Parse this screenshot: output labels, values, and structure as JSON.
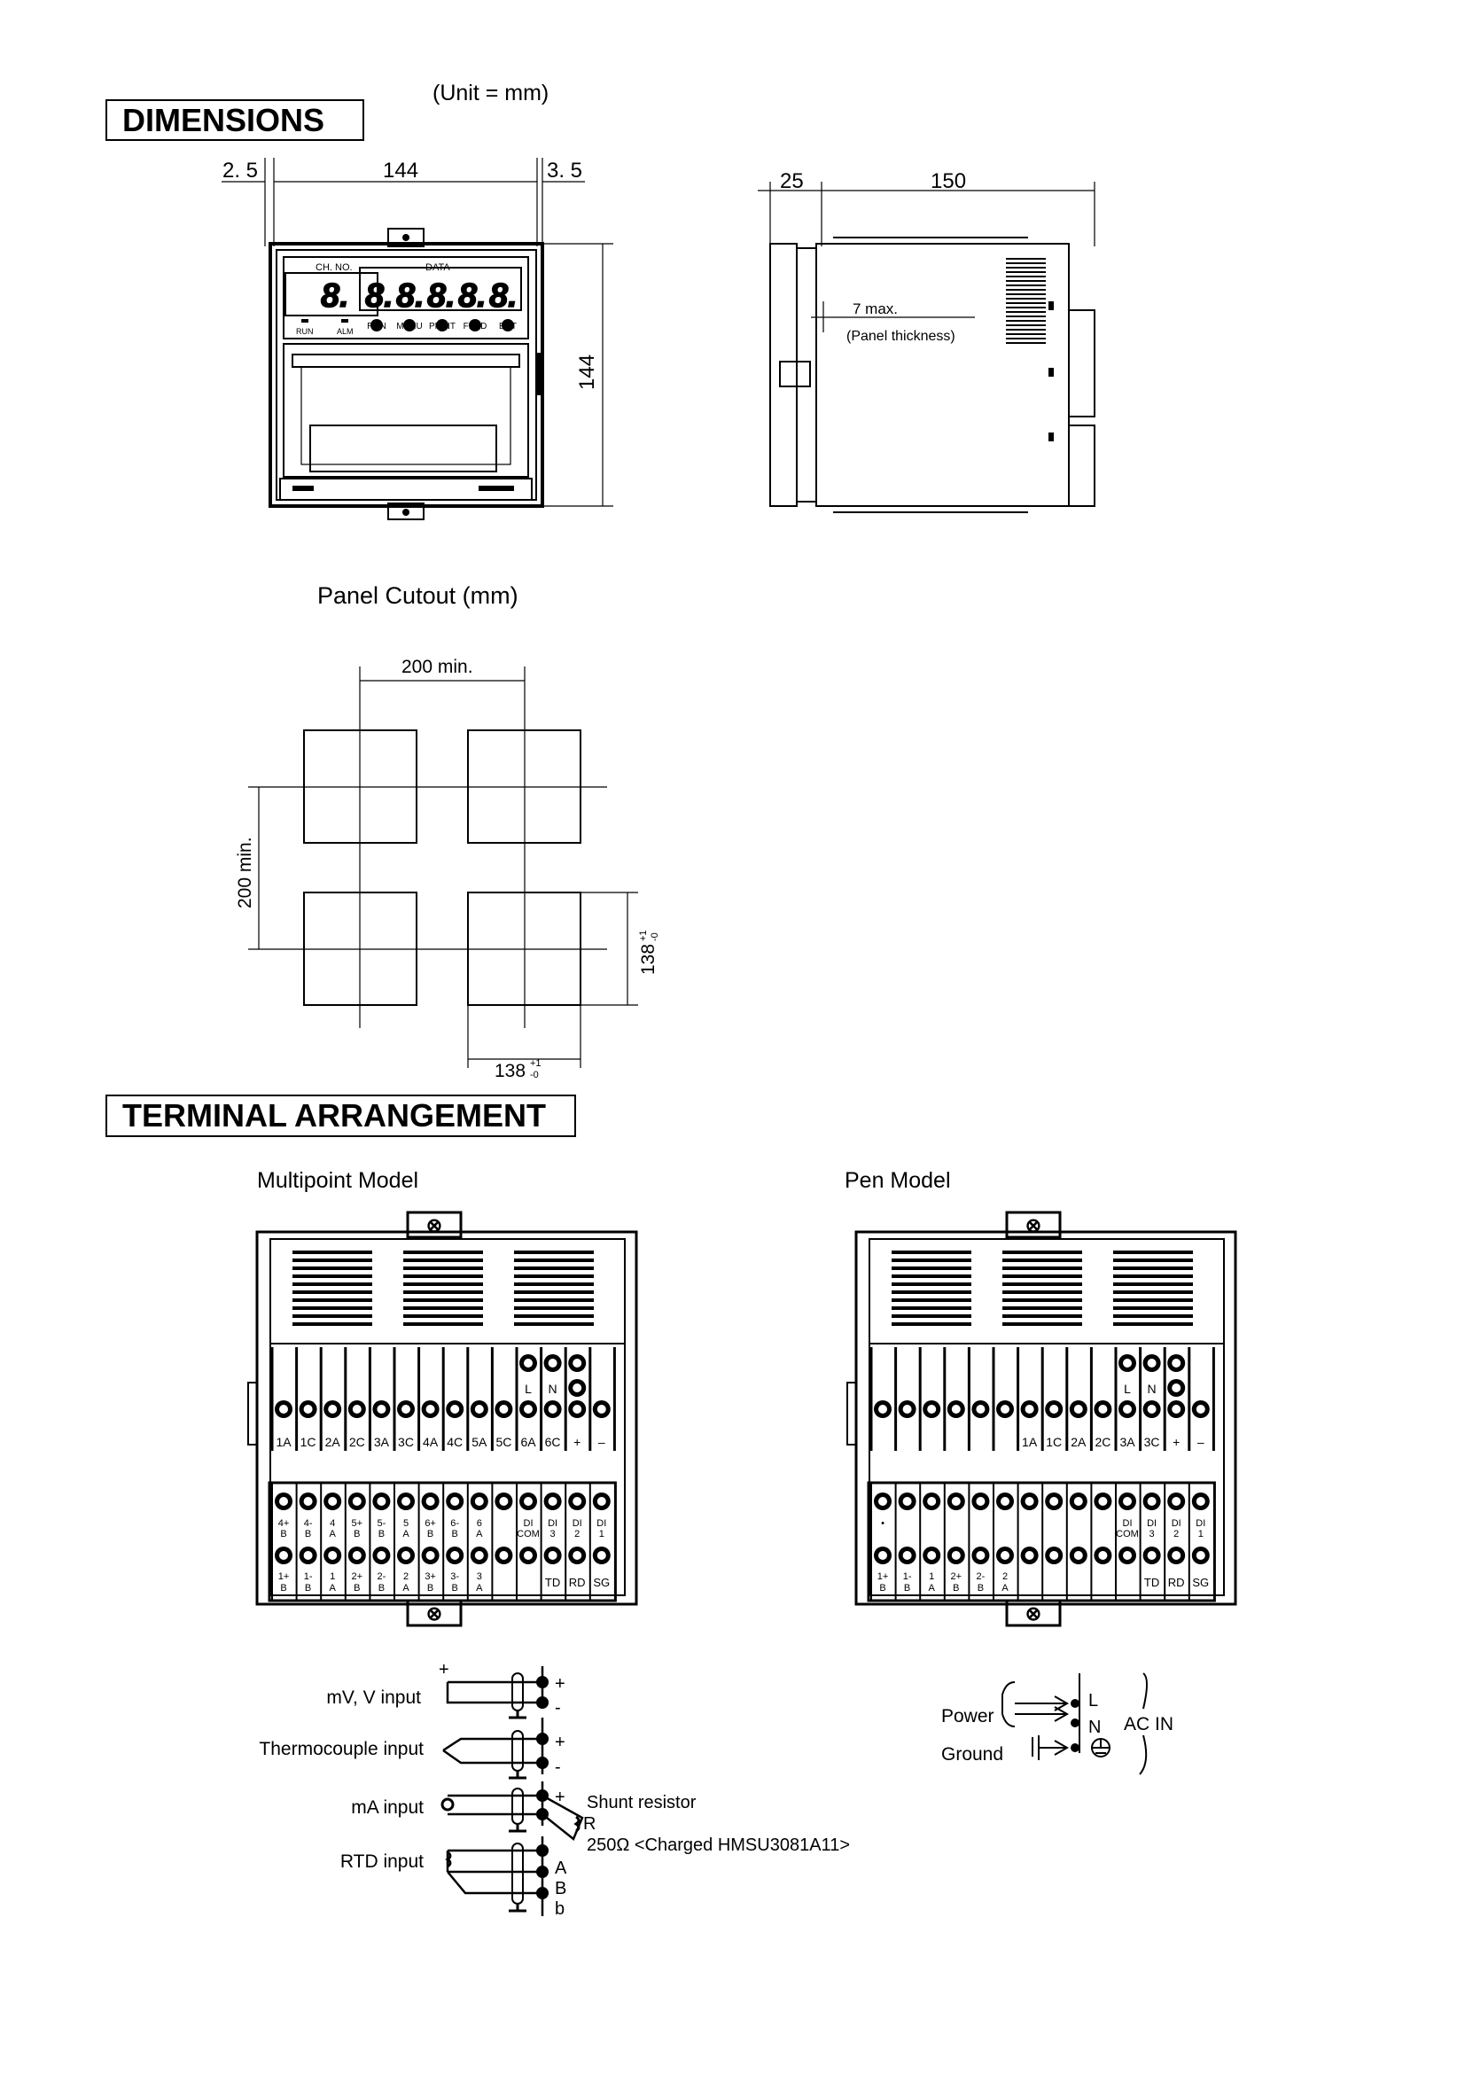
{
  "dimensions": {
    "title": "DIMENSIONS",
    "unit_note": "(Unit = mm)",
    "front_view": {
      "dim_left": "2. 5",
      "dim_width": "144",
      "dim_right": "3. 5",
      "dim_height": "144",
      "ch_no_label": "CH. NO.",
      "data_label": "DATA",
      "ch_digit": "8.",
      "data_digits": [
        "8.",
        "8.",
        "8.",
        "8.",
        "8."
      ],
      "led_labels": [
        "RUN",
        "ALM"
      ],
      "buttons": [
        "RUN",
        "MENU",
        "PRINT",
        "FEED",
        "ENT"
      ]
    },
    "side_view": {
      "dim_bezel": "25",
      "dim_depth": "150",
      "panel_max": "7  max.",
      "panel_note": "(Panel thickness)"
    }
  },
  "panel_cutout": {
    "title": "Panel Cutout (mm)",
    "pitch_h": "200 min.",
    "pitch_v": "200 min.",
    "size_v": "138",
    "size_h": "138",
    "tol_plus": "+1",
    "tol_minus": "-0"
  },
  "terminal": {
    "title": "TERMINAL ARRANGEMENT",
    "models": [
      {
        "name": "Multipoint Model",
        "power_labels": [
          "L",
          "N",
          ""
        ],
        "upper_labels": [
          "1A",
          "1C",
          "2A",
          "2C",
          "3A",
          "3C",
          "4A",
          "4C",
          "5A",
          "5C",
          "6A",
          "6C",
          "+",
          "–"
        ],
        "lower_row1": [
          [
            "4+",
            "B"
          ],
          [
            "4-",
            "B"
          ],
          [
            "4",
            "A"
          ],
          [
            "5+",
            "B"
          ],
          [
            "5-",
            "B"
          ],
          [
            "5",
            "A"
          ],
          [
            "6+",
            "B"
          ],
          [
            "6-",
            "B"
          ],
          [
            "6",
            "A"
          ],
          [
            "",
            ""
          ],
          [
            "DI",
            "COM"
          ],
          [
            "DI",
            "3"
          ],
          [
            "DI",
            "2"
          ],
          [
            "DI",
            "1"
          ]
        ],
        "lower_row2": [
          [
            "1+",
            "B"
          ],
          [
            "1-",
            "B"
          ],
          [
            "1",
            "A"
          ],
          [
            "2+",
            "B"
          ],
          [
            "2-",
            "B"
          ],
          [
            "2",
            "A"
          ],
          [
            "3+",
            "B"
          ],
          [
            "3-",
            "B"
          ],
          [
            "3",
            "A"
          ],
          [
            "",
            ""
          ],
          [
            "",
            ""
          ],
          [
            "TD",
            ""
          ],
          [
            "RD",
            ""
          ],
          [
            "SG",
            ""
          ]
        ]
      },
      {
        "name": "Pen Model",
        "power_labels": [
          "L",
          "N",
          ""
        ],
        "upper_labels": [
          "",
          "",
          "",
          "",
          "",
          "",
          "1A",
          "1C",
          "2A",
          "2C",
          "3A",
          "3C",
          "+",
          "–"
        ],
        "lower_row1": [
          [
            "•",
            ""
          ],
          [
            "",
            ""
          ],
          [
            "",
            ""
          ],
          [
            "",
            ""
          ],
          [
            "",
            ""
          ],
          [
            "",
            ""
          ],
          [
            "",
            ""
          ],
          [
            "",
            ""
          ],
          [
            "",
            ""
          ],
          [
            "",
            ""
          ],
          [
            "DI",
            "COM"
          ],
          [
            "DI",
            "3"
          ],
          [
            "DI",
            "2"
          ],
          [
            "DI",
            "1"
          ]
        ],
        "lower_row2": [
          [
            "1+",
            "B"
          ],
          [
            "1-",
            "B"
          ],
          [
            "1",
            "A"
          ],
          [
            "2+",
            "B"
          ],
          [
            "2-",
            "B"
          ],
          [
            "2",
            "A"
          ],
          [
            "",
            ""
          ],
          [
            "",
            ""
          ],
          [
            "",
            ""
          ],
          [
            "",
            ""
          ],
          [
            "",
            ""
          ],
          [
            "TD",
            ""
          ],
          [
            "RD",
            ""
          ],
          [
            "SG",
            ""
          ]
        ]
      }
    ]
  },
  "wiring": {
    "mv_label": "mV, V input",
    "tc_label": "Thermocouple input",
    "ma_label": "mA input",
    "rtd_label": "RTD input",
    "plus": "+",
    "minus": "-",
    "rtd_terms": [
      "A",
      "B",
      "b"
    ],
    "shunt": "Shunt resistor",
    "r": "R",
    "shunt_value": "250Ω  <Charged HMSU3081A11>",
    "power": "Power",
    "ground": "Ground",
    "l": "L",
    "n": "N",
    "ac_in": "AC  IN"
  }
}
